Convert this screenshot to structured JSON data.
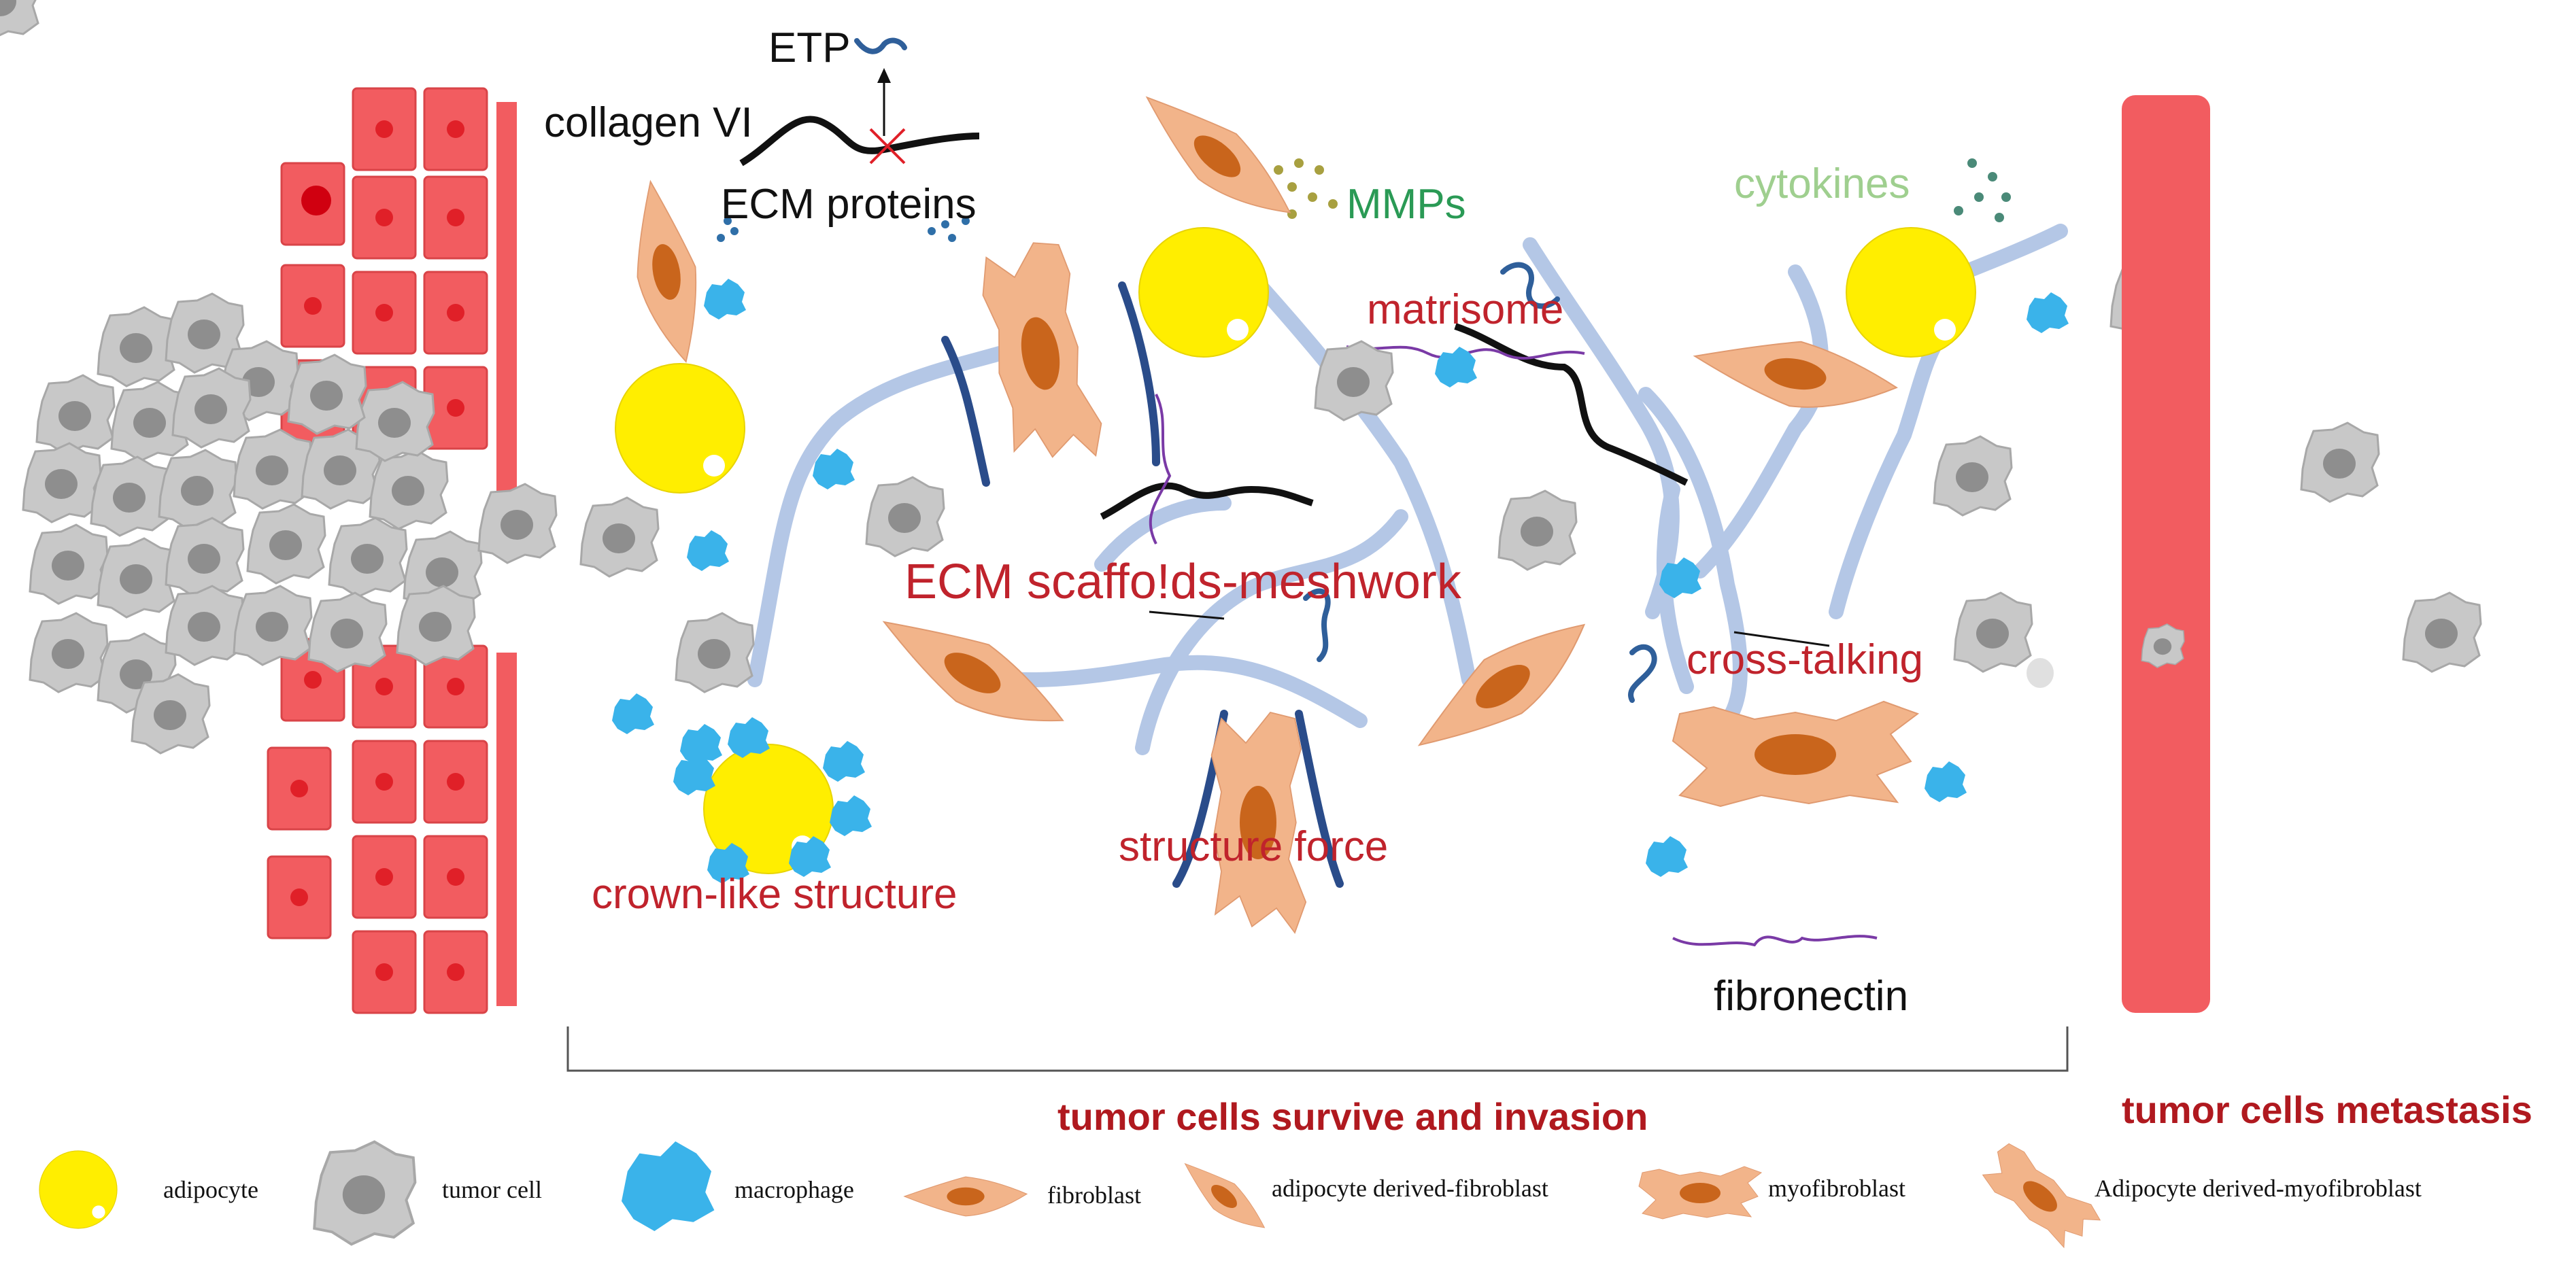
{
  "labels": {
    "etp": "ETP",
    "collagen": "collagen VI",
    "ecm_proteins": "ECM proteins",
    "mmps": "MMPs",
    "cytokines": "cytokines",
    "matrisome": "matrisome",
    "ecm_scaffolds": "ECM scaffo!ds-meshwork",
    "cross_talking": "cross-talking",
    "crown_like": "crown-like structure",
    "structure_force": "structure force",
    "fibronectin": "fibronectin",
    "survive": "tumor cells survive and invasion",
    "metastasis": "tumor cells metastasis"
  },
  "legend": {
    "adipocyte": "adipocyte",
    "tumor_cell": "tumor cell",
    "macrophage": "macrophage",
    "fibroblast": "fibroblast",
    "adipo_fibroblast": "adipocyte derived-fibroblast",
    "myofibroblast": "myofibroblast",
    "adipo_myofibroblast": "Adipocyte derived-myofibroblast"
  },
  "colors": {
    "epithelial": "#f25c60",
    "adipocyte": "#ffee00",
    "tumor": "#bfbfbf",
    "macrophage": "#3ab3ea",
    "fibroblast": "#f2b48a",
    "nucleus": "#c9651c",
    "ecm_fiber": "#b4c7e6",
    "text_red": "#c0232c"
  }
}
